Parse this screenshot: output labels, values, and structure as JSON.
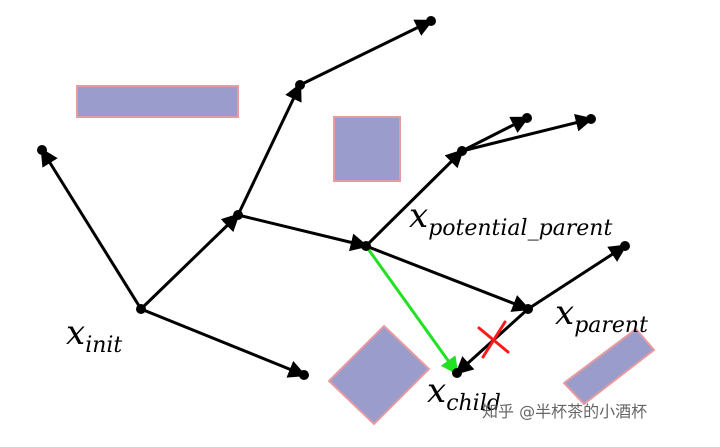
{
  "diagram": {
    "labels": {
      "x_init": {
        "main": "x",
        "sub": "init"
      },
      "x_potential_parent": {
        "main": "x",
        "sub": "potential_parent"
      },
      "x_parent": {
        "main": "x",
        "sub": "parent"
      },
      "x_child": {
        "main": "x",
        "sub": "child"
      }
    },
    "colors": {
      "obstacle_fill": "#9a9ccc",
      "obstacle_border": "#e79aa0",
      "edge": "#000000",
      "rewire_edge": "#22e022",
      "removed_edge_mark": "#ff1a1a"
    }
  },
  "watermark": {
    "text": "知乎 @半杯茶的小酒杯"
  }
}
